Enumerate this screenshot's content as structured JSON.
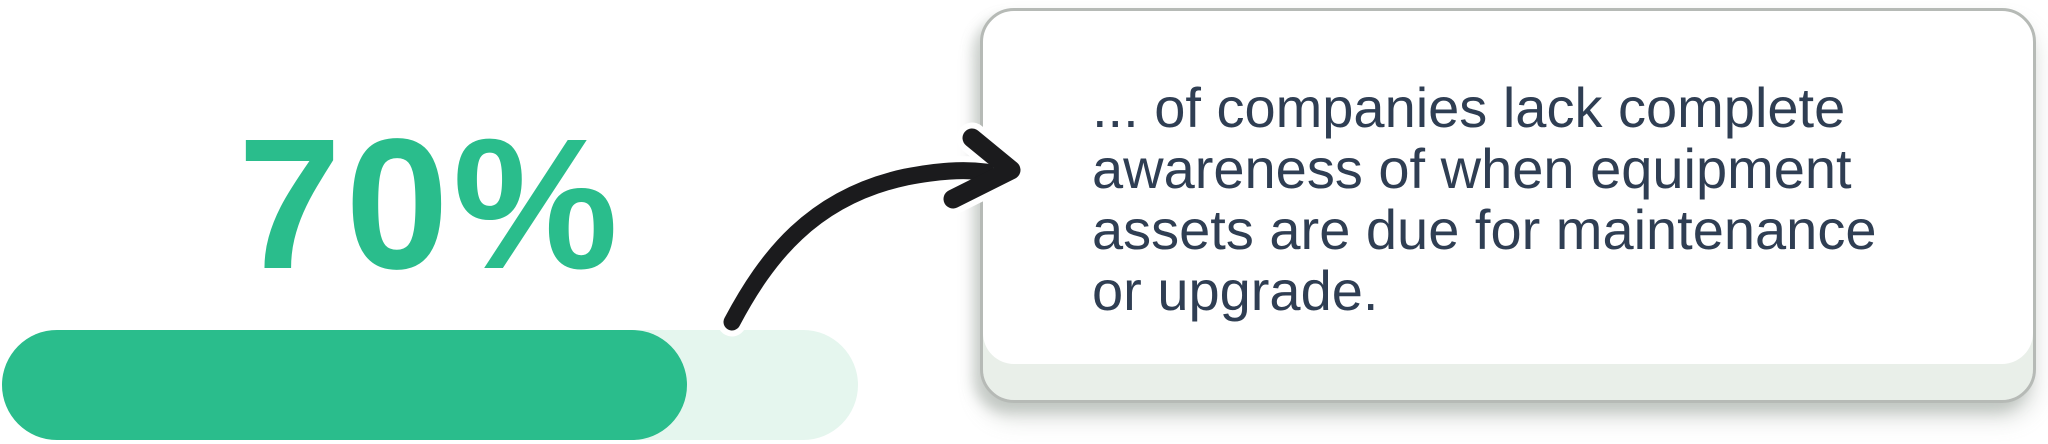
{
  "stat": {
    "value_label": "70%",
    "fill_percent": 80
  },
  "callout": {
    "text": "... of companies lack complete awareness of when equipment assets are due for maintenance or upgrade.",
    "lines": [
      "... of companies lack complete",
      "awareness of when equipment",
      "assets are due for maintenance",
      "or upgrade."
    ]
  },
  "colors": {
    "accent_green": "#2ABD8C",
    "track_green": "#E5F6EE",
    "text_navy": "#2F3E53",
    "card_background": "#FFFFFF",
    "card_border_gray": "#B6BAB6",
    "card_bottom_band": "#E9EFE9",
    "arrow_black": "#1B1B1D",
    "page_background": "#FFFFFF"
  },
  "chart_data": {
    "type": "bar",
    "categories": [
      "companies lacking complete awareness of when equipment assets are due for maintenance or upgrade"
    ],
    "values": [
      70
    ],
    "title": "70%",
    "xlabel": "",
    "ylabel": "",
    "xlim": [
      0,
      100
    ],
    "grid": false,
    "legend": false,
    "annotations": [
      "... of companies lack complete awareness of when equipment assets are due for maintenance or upgrade."
    ],
    "note": "horizontal capsule progress bar; green fill drawn to ~80% of track width while labeled value is 70%"
  }
}
